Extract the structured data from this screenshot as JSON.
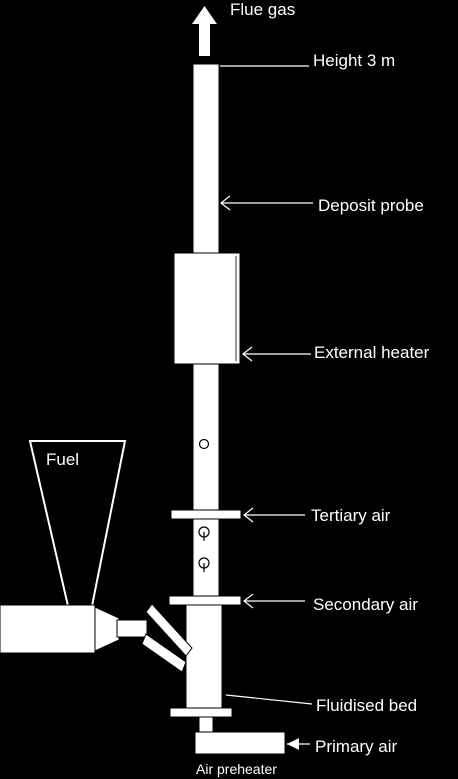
{
  "labels": {
    "flue_gas": "Flue gas",
    "height": "Height 3 m",
    "deposit_probe": "Deposit probe",
    "external_heater": "External heater",
    "fuel": "Fuel",
    "tertiary_air": "Tertiary air",
    "secondary_air": "Secondary air",
    "fluidised_bed": "Fluidised bed",
    "primary_air": "Primary air",
    "air_preheater": "Air preheater"
  },
  "colors": {
    "background": "#000000",
    "foreground": "#ffffff"
  }
}
